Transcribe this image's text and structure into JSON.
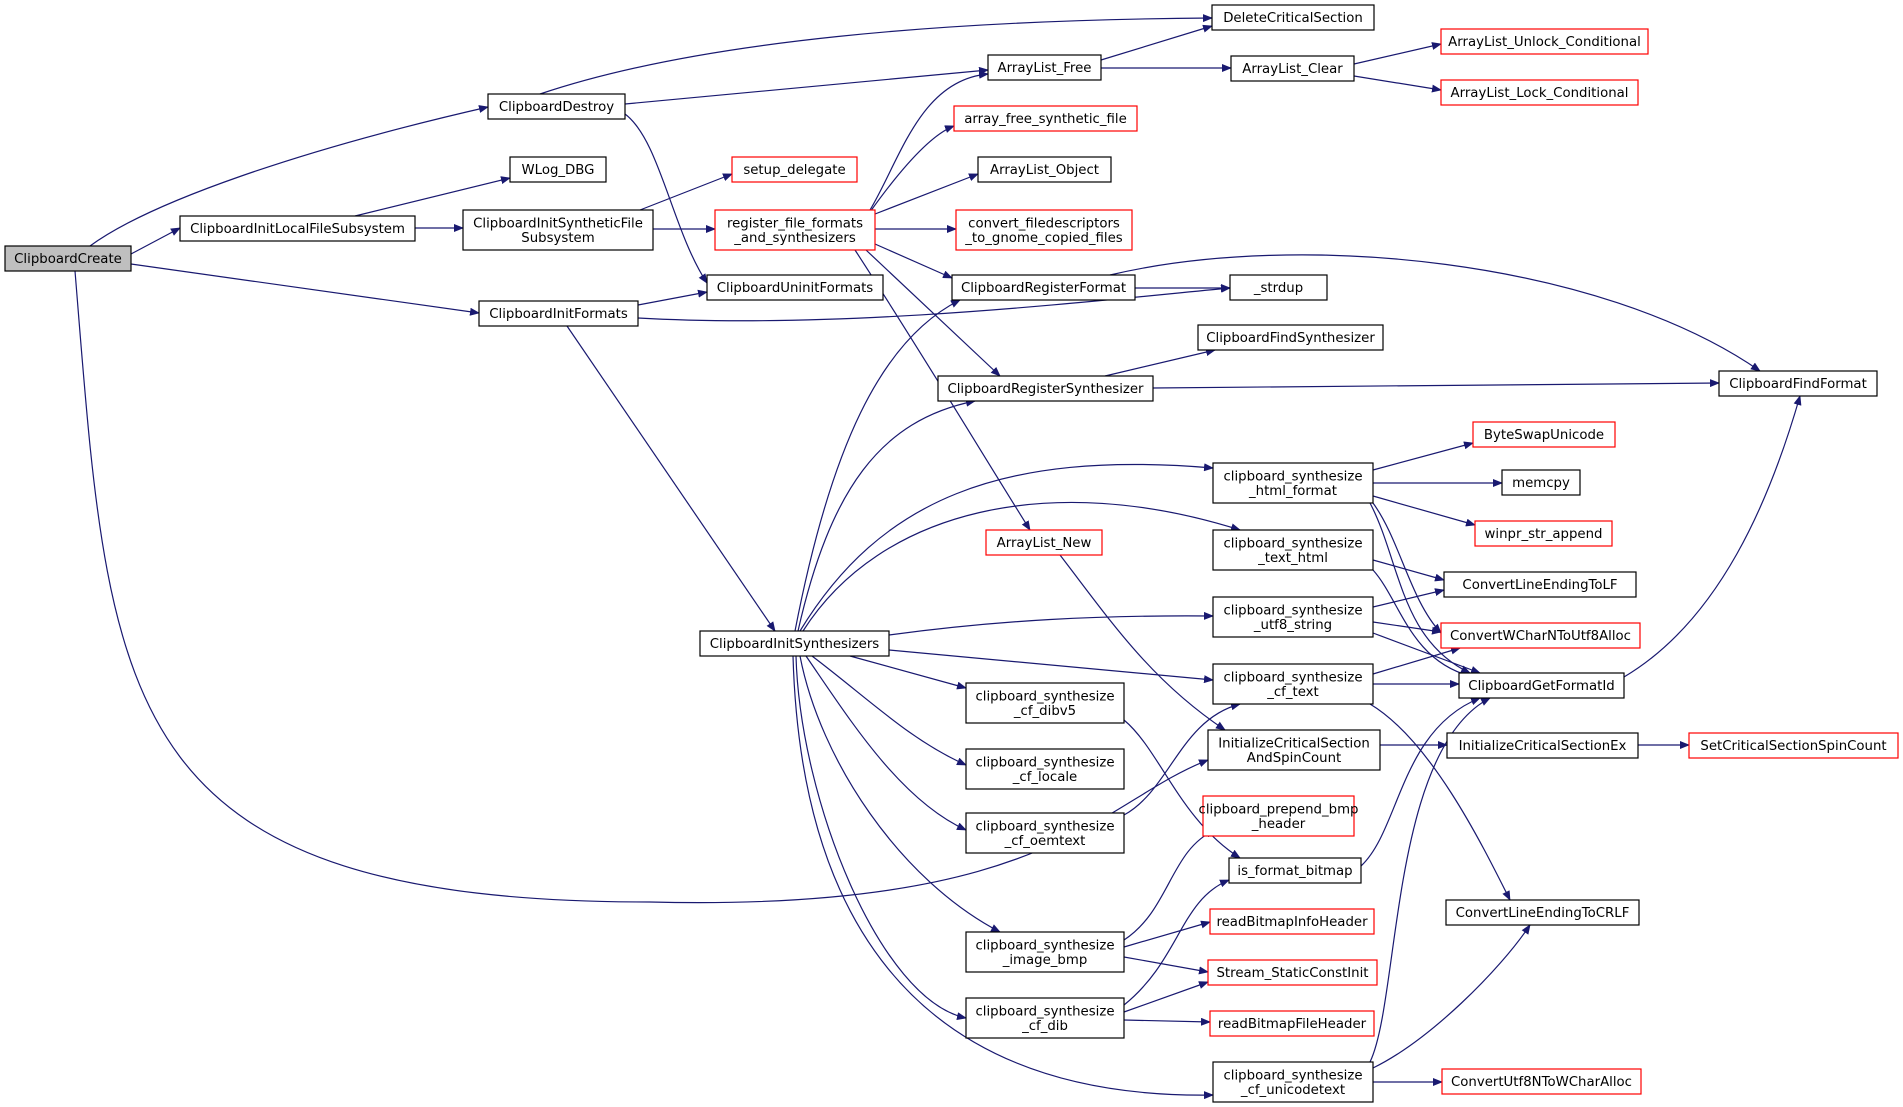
{
  "colors": {
    "edge": "#191970",
    "box_border": "#000000",
    "box_border_incomplete": "#ff0000",
    "root_fill": "#bfbfbf",
    "background": "#ffffff"
  },
  "nodes": [
    {
      "id": "ClipboardCreate",
      "lines": [
        "ClipboardCreate"
      ],
      "kind": "root"
    },
    {
      "id": "ClipboardDestroy",
      "lines": [
        "ClipboardDestroy"
      ],
      "kind": "normal"
    },
    {
      "id": "DeleteCriticalSection",
      "lines": [
        "DeleteCriticalSection"
      ],
      "kind": "normal"
    },
    {
      "id": "ArrayList_Free",
      "lines": [
        "ArrayList_Free"
      ],
      "kind": "normal"
    },
    {
      "id": "ArrayList_Clear",
      "lines": [
        "ArrayList_Clear"
      ],
      "kind": "normal"
    },
    {
      "id": "ArrayList_Unlock_Conditional",
      "lines": [
        "ArrayList_Unlock_Conditional"
      ],
      "kind": "incomplete"
    },
    {
      "id": "ArrayList_Lock_Conditional",
      "lines": [
        "ArrayList_Lock_Conditional"
      ],
      "kind": "incomplete"
    },
    {
      "id": "WLog_DBG",
      "lines": [
        "WLog_DBG"
      ],
      "kind": "normal"
    },
    {
      "id": "ClipboardInitLocalFileSubsystem",
      "lines": [
        "ClipboardInitLocalFileSubsystem"
      ],
      "kind": "normal"
    },
    {
      "id": "ClipboardInitSyntheticFileSubsystem",
      "lines": [
        "ClipboardInitSyntheticFile",
        "Subsystem"
      ],
      "kind": "normal"
    },
    {
      "id": "setup_delegate",
      "lines": [
        "setup_delegate"
      ],
      "kind": "incomplete"
    },
    {
      "id": "register_file_formats_and_synthesizers",
      "lines": [
        "register_file_formats",
        "_and_synthesizers"
      ],
      "kind": "incomplete"
    },
    {
      "id": "array_free_synthetic_file",
      "lines": [
        "array_free_synthetic_file"
      ],
      "kind": "incomplete"
    },
    {
      "id": "ArrayList_Object",
      "lines": [
        "ArrayList_Object"
      ],
      "kind": "normal"
    },
    {
      "id": "convert_filedescriptors_to_gnome_copied_files",
      "lines": [
        "convert_filedescriptors",
        "_to_gnome_copied_files"
      ],
      "kind": "incomplete"
    },
    {
      "id": "ClipboardUninitFormats",
      "lines": [
        "ClipboardUninitFormats"
      ],
      "kind": "normal"
    },
    {
      "id": "ClipboardRegisterFormat",
      "lines": [
        "ClipboardRegisterFormat"
      ],
      "kind": "normal"
    },
    {
      "id": "_strdup",
      "lines": [
        "_strdup"
      ],
      "kind": "normal"
    },
    {
      "id": "ClipboardInitFormats",
      "lines": [
        "ClipboardInitFormats"
      ],
      "kind": "normal"
    },
    {
      "id": "ClipboardFindSynthesizer",
      "lines": [
        "ClipboardFindSynthesizer"
      ],
      "kind": "normal"
    },
    {
      "id": "ClipboardRegisterSynthesizer",
      "lines": [
        "ClipboardRegisterSynthesizer"
      ],
      "kind": "normal"
    },
    {
      "id": "ClipboardFindFormat",
      "lines": [
        "ClipboardFindFormat"
      ],
      "kind": "normal"
    },
    {
      "id": "ByteSwapUnicode",
      "lines": [
        "ByteSwapUnicode"
      ],
      "kind": "incomplete"
    },
    {
      "id": "clipboard_synthesize_html_format",
      "lines": [
        "clipboard_synthesize",
        "_html_format"
      ],
      "kind": "normal"
    },
    {
      "id": "memcpy",
      "lines": [
        "memcpy"
      ],
      "kind": "normal"
    },
    {
      "id": "winpr_str_append",
      "lines": [
        "winpr_str_append"
      ],
      "kind": "incomplete"
    },
    {
      "id": "ArrayList_New",
      "lines": [
        "ArrayList_New"
      ],
      "kind": "incomplete"
    },
    {
      "id": "clipboard_synthesize_text_html",
      "lines": [
        "clipboard_synthesize",
        "_text_html"
      ],
      "kind": "normal"
    },
    {
      "id": "ConvertLineEndingToLF",
      "lines": [
        "ConvertLineEndingToLF"
      ],
      "kind": "normal"
    },
    {
      "id": "clipboard_synthesize_utf8_string",
      "lines": [
        "clipboard_synthesize",
        "_utf8_string"
      ],
      "kind": "normal"
    },
    {
      "id": "ConvertWCharNToUtf8Alloc",
      "lines": [
        "ConvertWCharNToUtf8Alloc"
      ],
      "kind": "incomplete"
    },
    {
      "id": "ClipboardInitSynthesizers",
      "lines": [
        "ClipboardInitSynthesizers"
      ],
      "kind": "normal"
    },
    {
      "id": "clipboard_synthesize_cf_text",
      "lines": [
        "clipboard_synthesize",
        "_cf_text"
      ],
      "kind": "normal"
    },
    {
      "id": "ClipboardGetFormatId",
      "lines": [
        "ClipboardGetFormatId"
      ],
      "kind": "normal"
    },
    {
      "id": "clipboard_synthesize_cf_dibv5",
      "lines": [
        "clipboard_synthesize",
        "_cf_dibv5"
      ],
      "kind": "normal"
    },
    {
      "id": "InitializeCriticalSectionAndSpinCount",
      "lines": [
        "InitializeCriticalSection",
        "AndSpinCount"
      ],
      "kind": "normal"
    },
    {
      "id": "InitializeCriticalSectionEx",
      "lines": [
        "InitializeCriticalSectionEx"
      ],
      "kind": "normal"
    },
    {
      "id": "SetCriticalSectionSpinCount",
      "lines": [
        "SetCriticalSectionSpinCount"
      ],
      "kind": "incomplete"
    },
    {
      "id": "clipboard_synthesize_cf_locale",
      "lines": [
        "clipboard_synthesize",
        "_cf_locale"
      ],
      "kind": "normal"
    },
    {
      "id": "clipboard_synthesize_cf_oemtext",
      "lines": [
        "clipboard_synthesize",
        "_cf_oemtext"
      ],
      "kind": "normal"
    },
    {
      "id": "clipboard_prepend_bmp_header",
      "lines": [
        "clipboard_prepend_bmp",
        "_header"
      ],
      "kind": "incomplete"
    },
    {
      "id": "is_format_bitmap",
      "lines": [
        "is_format_bitmap"
      ],
      "kind": "normal"
    },
    {
      "id": "ConvertLineEndingToCRLF",
      "lines": [
        "ConvertLineEndingToCRLF"
      ],
      "kind": "normal"
    },
    {
      "id": "clipboard_synthesize_image_bmp",
      "lines": [
        "clipboard_synthesize",
        "_image_bmp"
      ],
      "kind": "normal"
    },
    {
      "id": "readBitmapInfoHeader",
      "lines": [
        "readBitmapInfoHeader"
      ],
      "kind": "incomplete"
    },
    {
      "id": "Stream_StaticConstInit",
      "lines": [
        "Stream_StaticConstInit"
      ],
      "kind": "incomplete"
    },
    {
      "id": "clipboard_synthesize_cf_dib",
      "lines": [
        "clipboard_synthesize",
        "_cf_dib"
      ],
      "kind": "normal"
    },
    {
      "id": "readBitmapFileHeader",
      "lines": [
        "readBitmapFileHeader"
      ],
      "kind": "incomplete"
    },
    {
      "id": "clipboard_synthesize_cf_unicodetext",
      "lines": [
        "clipboard_synthesize",
        "_cf_unicodetext"
      ],
      "kind": "normal"
    },
    {
      "id": "ConvertUtf8NToWCharAlloc",
      "lines": [
        "ConvertUtf8NToWCharAlloc"
      ],
      "kind": "incomplete"
    }
  ]
}
